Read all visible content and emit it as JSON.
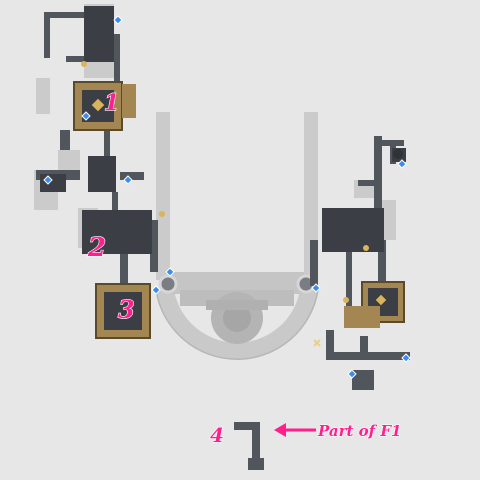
{
  "map": {
    "area_labels": [
      {
        "id": "area-1",
        "text": "1"
      },
      {
        "id": "area-2",
        "text": "2"
      },
      {
        "id": "area-3",
        "text": "3"
      },
      {
        "id": "area-4",
        "text": "4"
      }
    ],
    "annotation": {
      "text": "Part of F1"
    },
    "colors": {
      "background": "#e7e7e7",
      "light_structure": "#c9c9c9",
      "mid_structure": "#b3b3b3",
      "dark_room": "#3b3e44",
      "corridor": "#555a61",
      "highlight_room": "#a38652",
      "label": "#ff1f8e",
      "waypoint": "#3c8cf0",
      "marker_gold": "#d9b45a"
    },
    "icons": [
      "waypoint-icon",
      "star-marker-icon",
      "objective-diamond-icon",
      "x-marker-icon",
      "arrow-icon"
    ]
  }
}
